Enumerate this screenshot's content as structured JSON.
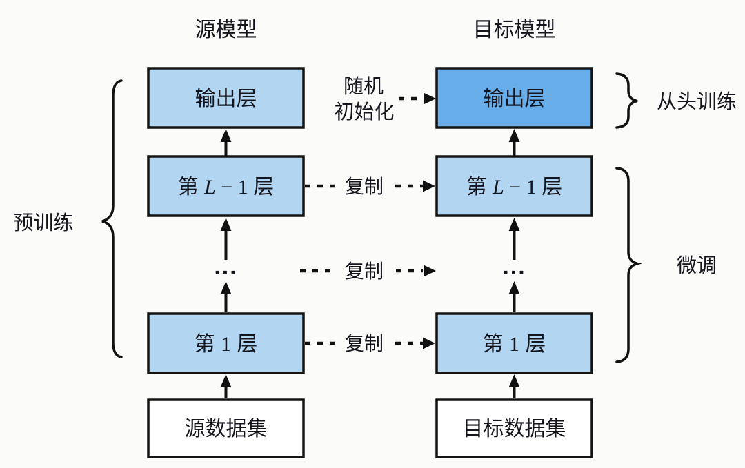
{
  "colors": {
    "background": "#FBFBF9",
    "light_blue": "#B2D6F2",
    "dark_blue": "#66ADE9",
    "white_box": "#FFFFFF",
    "border": "#141414",
    "arrow": "#111111",
    "text": "#15151D"
  },
  "titles": {
    "source": "源模型",
    "target": "目标模型"
  },
  "source": {
    "output_label": "输出层",
    "layer_top": {
      "prefix": "第 ",
      "var": "L",
      "rest": " − 1 ",
      "suffix": "层"
    },
    "ellipsis": "...",
    "layer_bottom": {
      "prefix": "第 ",
      "num": "1",
      "suffix": " 层"
    },
    "dataset_label": "源数据集"
  },
  "target": {
    "output_label": "输出层",
    "layer_top": {
      "prefix": "第 ",
      "var": "L",
      "rest": " − 1 ",
      "suffix": "层"
    },
    "ellipsis": "...",
    "layer_bottom": {
      "prefix": "第 ",
      "num": "1",
      "suffix": " 层"
    },
    "dataset_label": "目标数据集"
  },
  "annotations": {
    "pretrain": "预训练",
    "random_init_line1": "随机",
    "random_init_line2": "初始化",
    "copy_top": "复制",
    "copy_middle": "复制",
    "copy_bottom": "复制",
    "train_from_scratch": "从头训练",
    "finetune": "微调"
  }
}
